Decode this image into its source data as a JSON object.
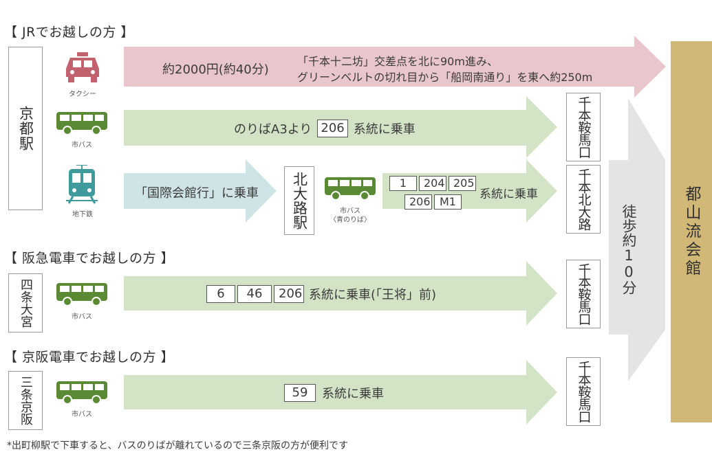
{
  "headings": {
    "jr": "【 JRでお越しの方 】",
    "hankyu": "【 阪急電車でお越しの方 】",
    "keihan": "【 京阪電車でお越しの方 】"
  },
  "stations": {
    "kyoto": "京都駅",
    "shijo_omiya": "四条大宮",
    "sanjo_keihan": "三条京阪",
    "kitaoji": "北大路駅"
  },
  "stops": {
    "senbon_kurama_1": "千本鞍馬口",
    "senbon_kitaoji": "千本北大路",
    "senbon_kurama_2": "千本鞍馬口",
    "senbon_kurama_3": "千本鞍馬口"
  },
  "destination": "都山流会館",
  "walk": "徒歩約10分",
  "icons": {
    "taxi": "タクシー",
    "bus": "市バス",
    "subway": "地下鉄",
    "bus_blue": "市バス",
    "bus_blue_sub": "〈青のりば〉"
  },
  "rows": {
    "taxi_fare": "約2000円(約40分)",
    "taxi_line1": "「千本十二坊」交差点を北に90m進み、",
    "taxi_line2": "グリーンベルトの切れ目から「船岡南通り」を東へ約250m",
    "bus_prefix": "のりばA3より",
    "bus_route": "206",
    "bus_suffix": "系統に乗車",
    "subway_text": "「国際会館行」に乗車",
    "kitaoji_routes_row1": [
      "1",
      "204",
      "205"
    ],
    "kitaoji_routes_row2": [
      "206",
      "M1"
    ],
    "kitaoji_suffix": "系統に乗車",
    "hankyu_routes": [
      "6",
      "46",
      "206"
    ],
    "hankyu_suffix": "系統に乗車(「王将」前)",
    "keihan_route": "59",
    "keihan_suffix": "系統に乗車"
  },
  "footnote": "*出町柳駅で下車すると、バスのりばが離れているので三条京阪の方が便利です",
  "colors": {
    "pink": "#e8c6cc",
    "green": "#d3e4c6",
    "blue": "#cfe4e7",
    "gray": "#e4e4e4",
    "gold": "#d2b877",
    "taxi_icon": "#c2626e",
    "bus_icon": "#5a8a34",
    "subway_icon": "#3f9a9c"
  }
}
